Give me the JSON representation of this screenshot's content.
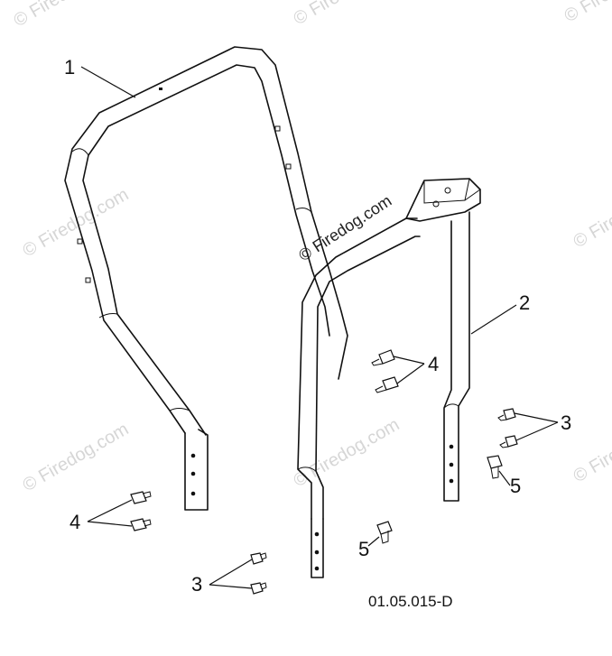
{
  "watermark": {
    "text": "© Firedog.com"
  },
  "callouts": {
    "c1": "1",
    "c2": "2",
    "c3_right": "3",
    "c3_bottom": "3",
    "c4_center": "4",
    "c4_left": "4",
    "c5_right": "5",
    "c5_bottom": "5"
  },
  "drawing_code": "01.05.015-D",
  "colors": {
    "ink": "#111111",
    "watermark": "#d6d6d6",
    "background": "#ffffff"
  }
}
